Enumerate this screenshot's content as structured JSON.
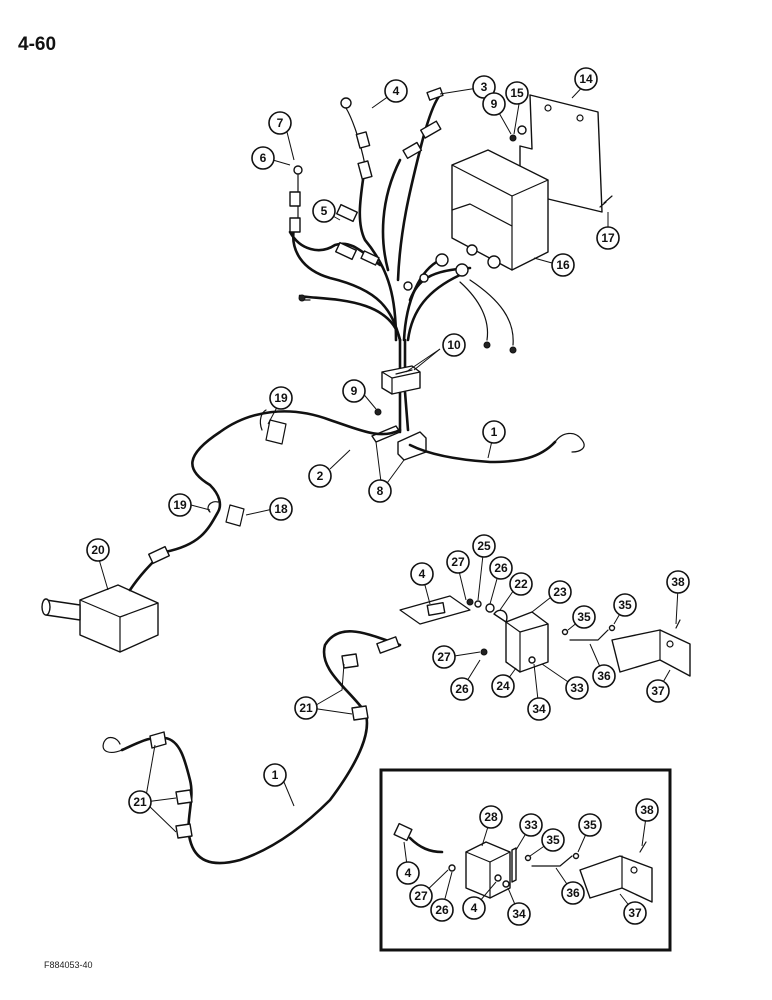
{
  "page_number": "4-60",
  "figure_id": "F884053-40",
  "callouts": [
    "1",
    "2",
    "3",
    "4",
    "5",
    "6",
    "7",
    "8",
    "9",
    "10",
    "14",
    "15",
    "16",
    "17",
    "18",
    "19",
    "20",
    "21",
    "22",
    "23",
    "24",
    "25",
    "26",
    "27",
    "28",
    "33",
    "34",
    "35",
    "36",
    "37",
    "38"
  ],
  "colors": {
    "line": "#111111",
    "background": "#ffffff"
  }
}
